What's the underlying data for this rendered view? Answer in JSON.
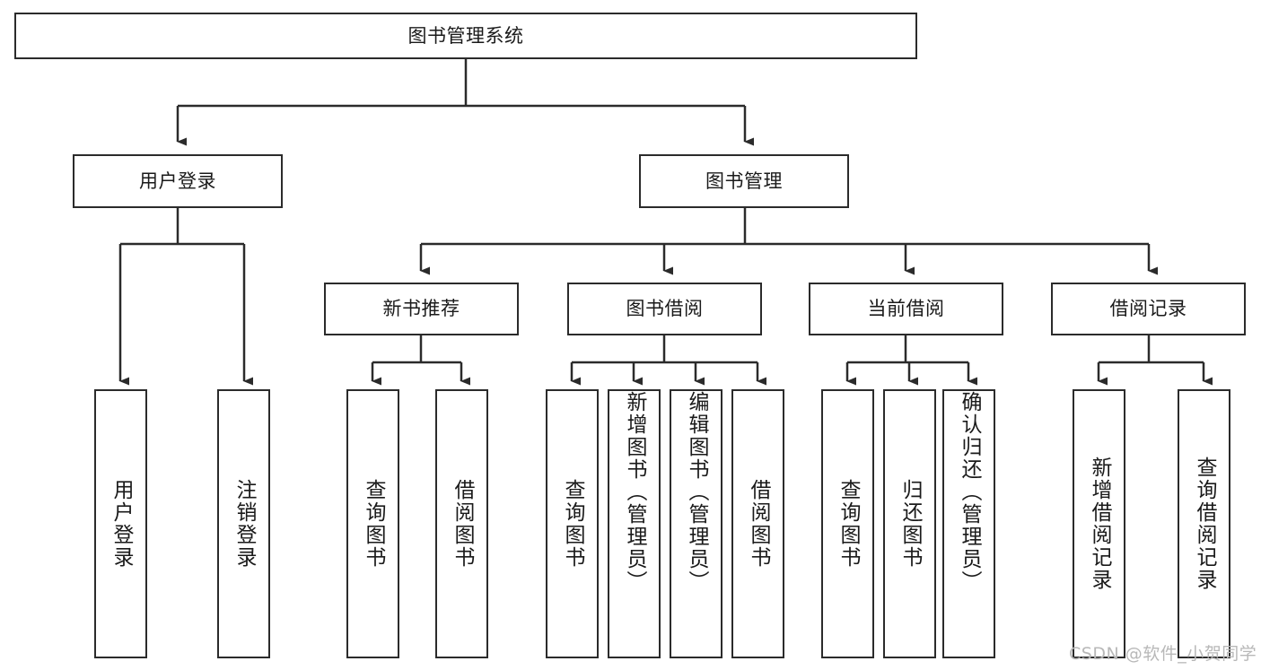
{
  "diagram": {
    "title": "图书管理系统",
    "watermark": "CSDN @软件_小贺同学",
    "colors": {
      "stroke": "#2b2b2b",
      "fill": "#ffffff",
      "text": "#1a1a1a",
      "watermark": "#b8b8b8"
    },
    "root": {
      "label": "图书管理系统"
    },
    "level2": [
      {
        "label": "用户登录"
      },
      {
        "label": "图书管理"
      }
    ],
    "level3": [
      {
        "label": "新书推荐"
      },
      {
        "label": "图书借阅"
      },
      {
        "label": "当前借阅"
      },
      {
        "label": "借阅记录"
      }
    ],
    "leaves": {
      "user_login": [
        {
          "label": "用户登录"
        },
        {
          "label": "注销登录"
        }
      ],
      "new_book": [
        {
          "label": "查询图书"
        },
        {
          "label": "借阅图书"
        }
      ],
      "borrow_book": [
        {
          "label": "查询图书"
        },
        {
          "label": "新增图书（管理员）"
        },
        {
          "label": "编辑图书（管理员）"
        },
        {
          "label": "借阅图书"
        }
      ],
      "current_borrow": [
        {
          "label": "查询图书"
        },
        {
          "label": "归还图书"
        },
        {
          "label": "确认归还（管理员）"
        }
      ],
      "borrow_record": [
        {
          "label": "新增借阅记录"
        },
        {
          "label": "查询借阅记录"
        }
      ]
    }
  }
}
